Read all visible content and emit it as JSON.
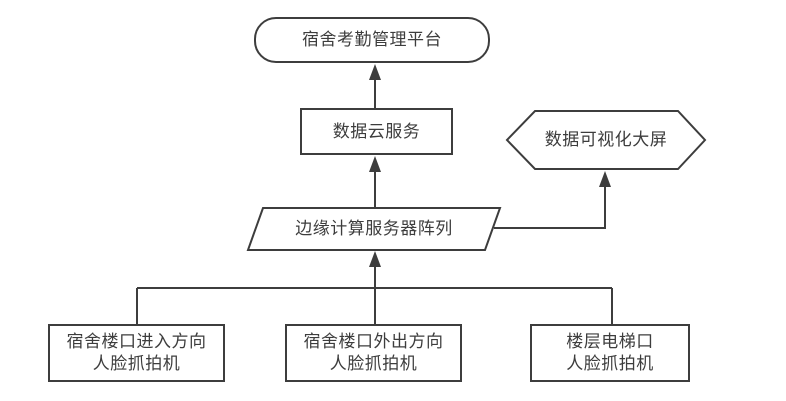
{
  "diagram": {
    "colors": {
      "background": "#ffffff",
      "stroke": "#3d3d3d",
      "text": "#3d3d3d"
    },
    "nodes": {
      "platform": {
        "shape": "rounded-rectangle",
        "label": "宿舍考勤管理平台"
      },
      "cloud_service": {
        "shape": "rectangle",
        "label": "数据云服务"
      },
      "visual_screen": {
        "shape": "hexagon",
        "label": "数据可视化大屏"
      },
      "edge_servers": {
        "shape": "parallelogram",
        "label": "边缘计算服务器阵列"
      },
      "camera_entry": {
        "shape": "rectangle",
        "label_line1": "宿舍楼口进入方向",
        "label_line2": "人脸抓拍机"
      },
      "camera_exit": {
        "shape": "rectangle",
        "label_line1": "宿舍楼口外出方向",
        "label_line2": "人脸抓拍机"
      },
      "camera_elevator": {
        "shape": "rectangle",
        "label_line1": "楼层电梯口",
        "label_line2": "人脸抓拍机"
      }
    },
    "edges": [
      {
        "from": "数据云服务",
        "to": "宿舍考勤管理平台",
        "type": "arrow-up"
      },
      {
        "from": "边缘计算服务器阵列",
        "to": "数据云服务",
        "type": "arrow-up"
      },
      {
        "from": "边缘计算服务器阵列",
        "to": "数据可视化大屏",
        "type": "elbow-arrow"
      },
      {
        "from": "宿舍楼口进入方向人脸抓拍机",
        "to": "边缘计算服务器阵列",
        "type": "arrow-up"
      },
      {
        "from": "宿舍楼口外出方向人脸抓拍机",
        "to": "边缘计算服务器阵列",
        "type": "arrow-up"
      },
      {
        "from": "楼层电梯口人脸抓拍机",
        "to": "边缘计算服务器阵列",
        "type": "arrow-up"
      }
    ]
  }
}
